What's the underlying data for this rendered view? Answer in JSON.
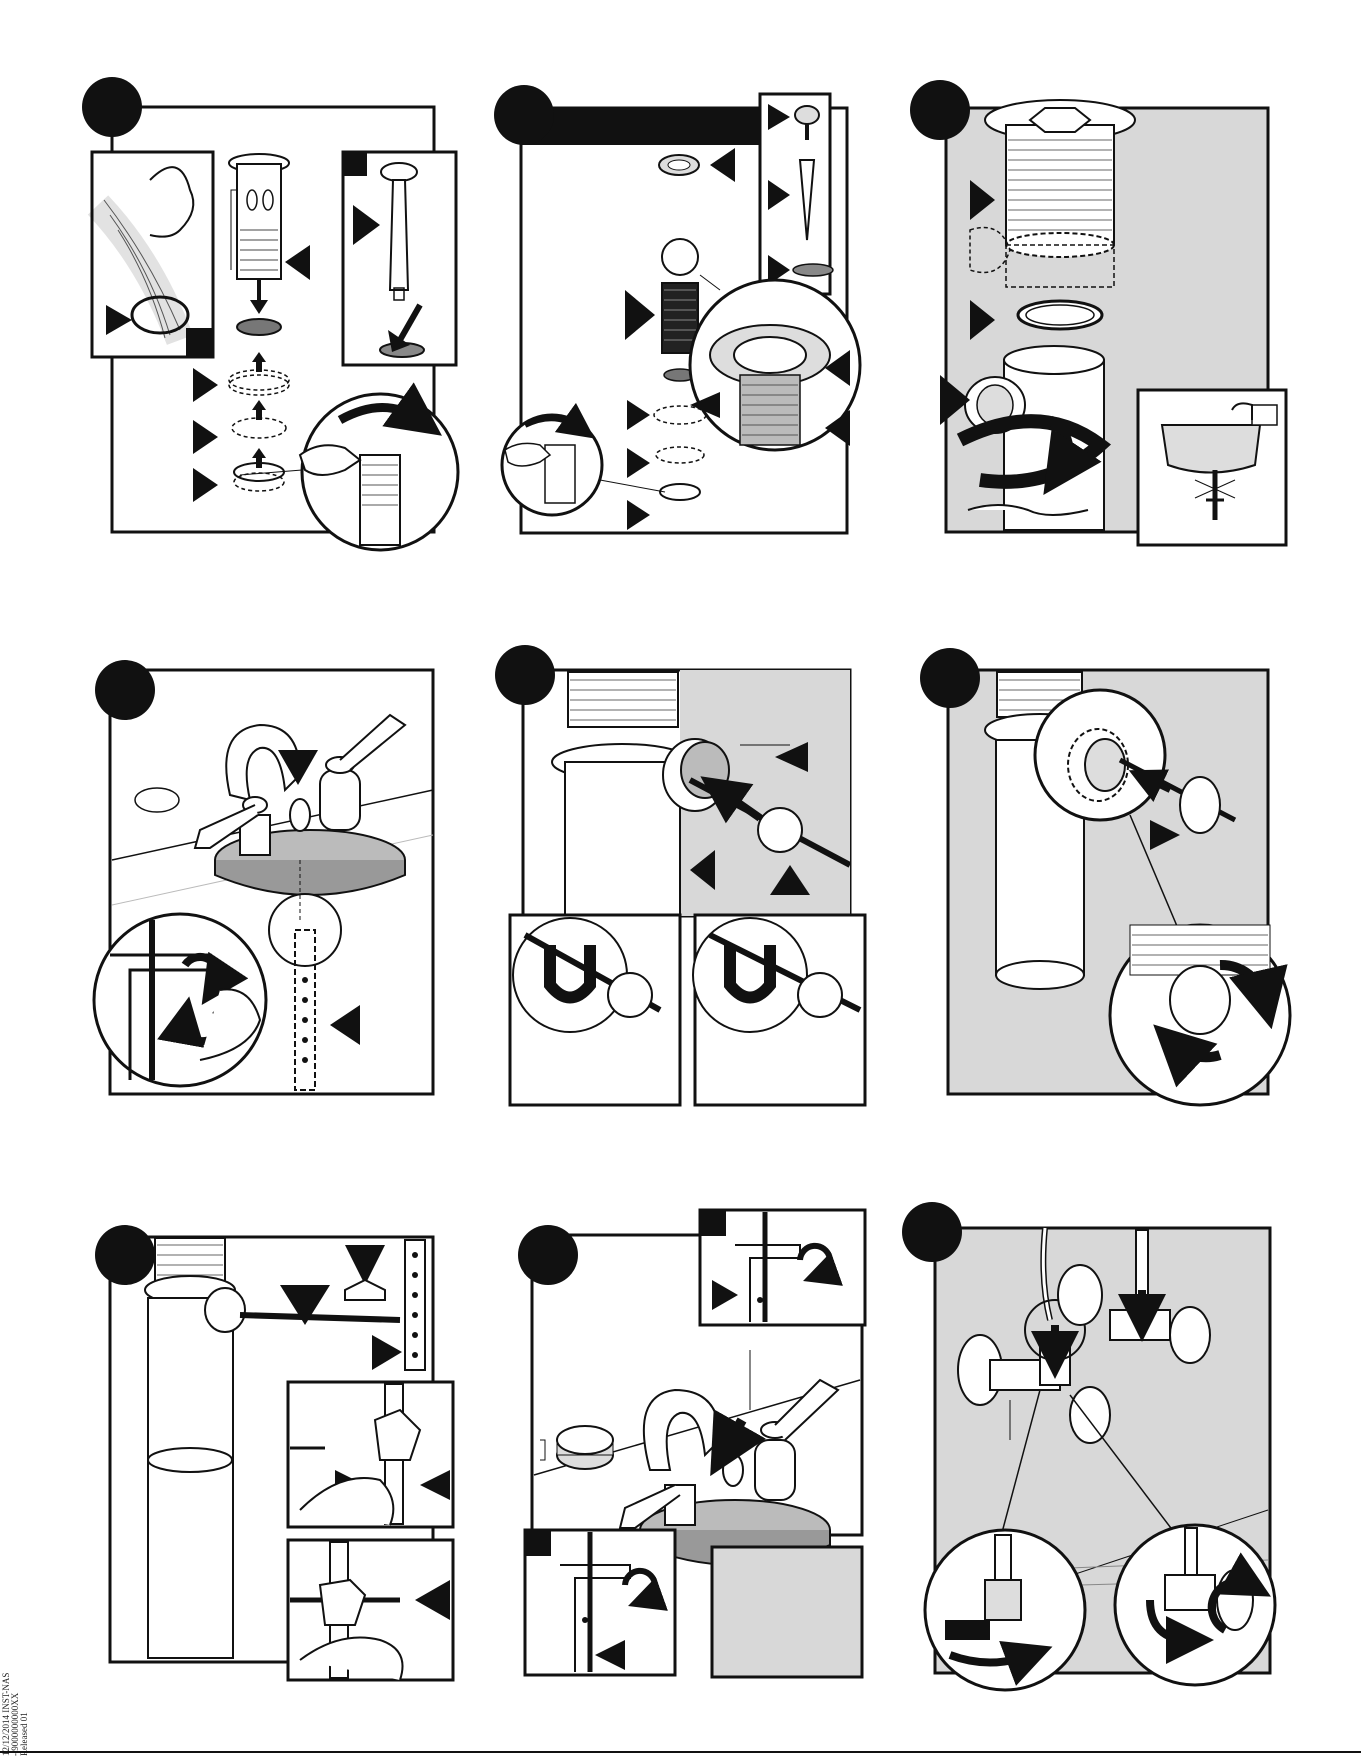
{
  "page": {
    "background": "#ffffff"
  },
  "colors": {
    "ink": "#111111",
    "panel_gray": "#d8d8d8",
    "light_gray": "#eeeeee"
  },
  "footer": {
    "line1": "12/12/2014 INST-NAS - 9000000000XX",
    "line2": "Released 01"
  },
  "steps": [
    {
      "id": 1,
      "icons": [
        "drain-body-icon",
        "gasket-icon",
        "pivot-rod-icon",
        "wrench-icon",
        "arrow-icon"
      ]
    },
    {
      "id": 2,
      "icons": [
        "flange-icon",
        "stopper-icon",
        "wrench-icon",
        "arrow-icon"
      ]
    },
    {
      "id": 3,
      "icons": [
        "tailpiece-icon",
        "washer-icon",
        "sink-icon",
        "rotate-arrow-icon"
      ]
    },
    {
      "id": 4,
      "icons": [
        "faucet-icon",
        "clip-icon",
        "strap-icon",
        "rotate-arrow-icon"
      ]
    },
    {
      "id": 5,
      "icons": [
        "pivot-ball-icon",
        "tailpiece-icon",
        "arrow-icon"
      ]
    },
    {
      "id": 6,
      "icons": [
        "pivot-nut-icon",
        "tailpiece-icon",
        "rotate-arrow-icon"
      ]
    },
    {
      "id": 7,
      "icons": [
        "strap-icon",
        "clip-icon",
        "pivot-rod-icon",
        "arrow-icon"
      ]
    },
    {
      "id": 8,
      "icons": [
        "faucet-icon",
        "stopper-icon",
        "clip-icon",
        "rotate-arrow-icon"
      ]
    },
    {
      "id": 9,
      "icons": [
        "supply-line-icon",
        "shutoff-valve-icon",
        "wrench-icon",
        "rotate-arrow-icon"
      ]
    }
  ]
}
